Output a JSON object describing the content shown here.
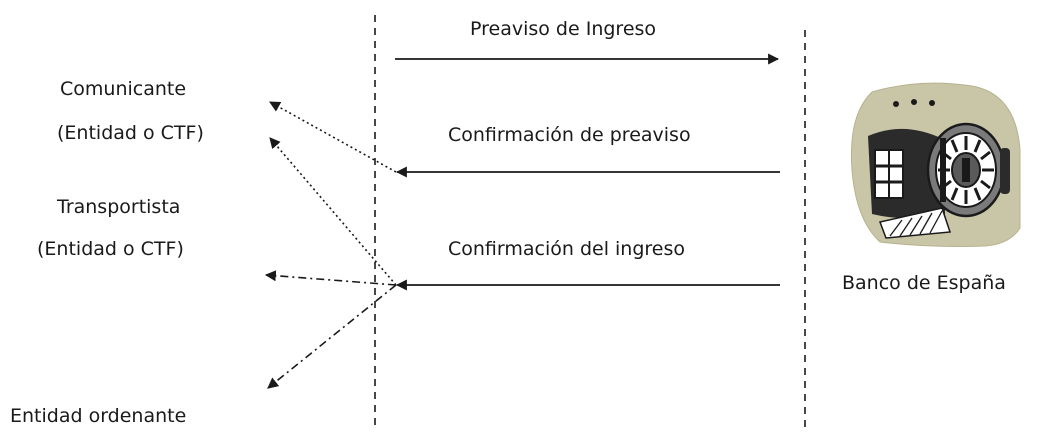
{
  "messages": [
    {
      "label": "Preaviso de Ingreso"
    },
    {
      "label": "Confirmación de preaviso"
    },
    {
      "label": "Confirmación del ingreso"
    }
  ],
  "participants": {
    "comunicante": {
      "line1": "Comunicante",
      "line2": "(Entidad o CTF)"
    },
    "transportista": {
      "line1": "Transportista",
      "line2": "(Entidad o CTF)"
    },
    "ordenante": {
      "line1": "Entidad ordenante"
    },
    "banco": {
      "line1": "Banco de España",
      "icon": "bank-vault-icon"
    }
  },
  "colors": {
    "ink": "#1a1a1a",
    "vault_background": "#c9c6a8",
    "vault_door": "#7a7a7a"
  }
}
